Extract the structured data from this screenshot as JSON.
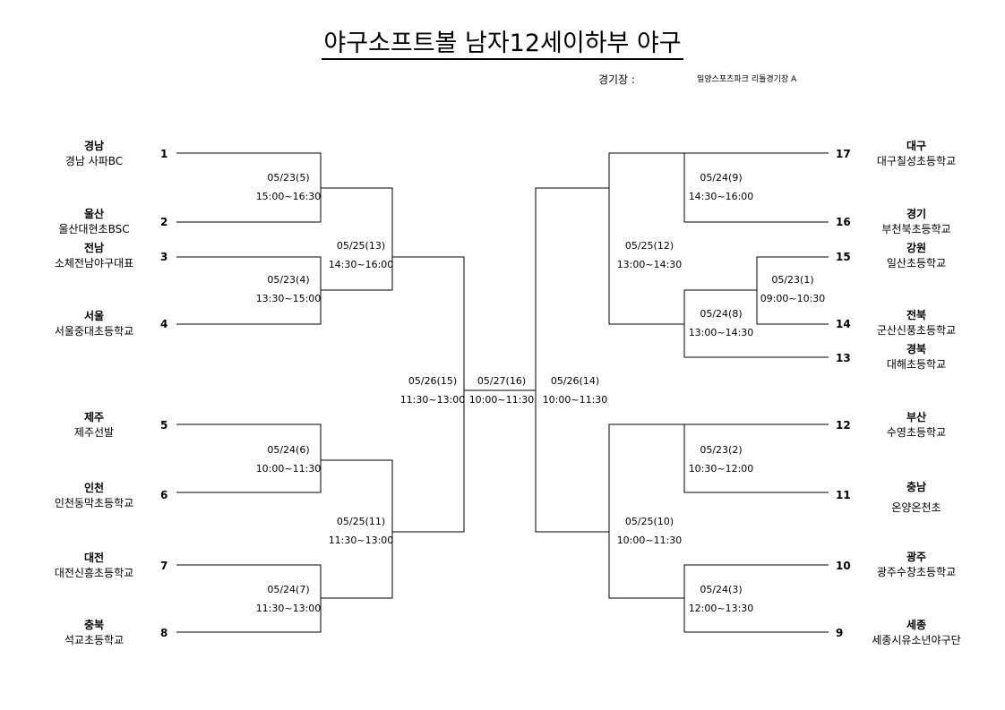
{
  "title": "야구소프트볼 남자12세이하부 야구",
  "venue": {
    "label": "경기장 :",
    "value": "밀양스포츠파크 리틀경기장 A"
  },
  "left_teams": [
    {
      "num": "1",
      "region": "경남",
      "school": "경남 사파BC"
    },
    {
      "num": "2",
      "region": "울산",
      "school": "울산대현초BSC"
    },
    {
      "num": "3",
      "region": "전남",
      "school": "소체전남야구대표"
    },
    {
      "num": "4",
      "region": "서울",
      "school": "서울중대초등학교"
    },
    {
      "num": "5",
      "region": "제주",
      "school": "제주선발"
    },
    {
      "num": "6",
      "region": "인천",
      "school": "인천동막초등학교"
    },
    {
      "num": "7",
      "region": "대전",
      "school": "대전신흥초등학교"
    },
    {
      "num": "8",
      "region": "충북",
      "school": "석교초등학교"
    }
  ],
  "right_teams": [
    {
      "num": "17",
      "region": "대구",
      "school": "대구칠성초등학교"
    },
    {
      "num": "16",
      "region": "경기",
      "school": "부천북초등학교"
    },
    {
      "num": "15",
      "region": "강원",
      "school": "일산초등학교"
    },
    {
      "num": "14",
      "region": "전북",
      "school": "군산신풍초등학교"
    },
    {
      "num": "13",
      "region": "경북",
      "school": "대해초등학교"
    },
    {
      "num": "12",
      "region": "부산",
      "school": "수영초등학교"
    },
    {
      "num": "11",
      "region": "충남",
      "school": "온양온천초"
    },
    {
      "num": "10",
      "region": "광주",
      "school": "광주수창초등학교"
    },
    {
      "num": "9",
      "region": "세종",
      "school": "세종시유소년야구단"
    }
  ],
  "matches": {
    "m5": {
      "date": "05/23(5)",
      "time": "15:00~16:30"
    },
    "m4": {
      "date": "05/23(4)",
      "time": "13:30~15:00"
    },
    "m6": {
      "date": "05/24(6)",
      "time": "10:00~11:30"
    },
    "m7": {
      "date": "05/24(7)",
      "time": "11:30~13:00"
    },
    "m13": {
      "date": "05/25(13)",
      "time": "14:30~16:00"
    },
    "m11": {
      "date": "05/25(11)",
      "time": "11:30~13:00"
    },
    "m15": {
      "date": "05/26(15)",
      "time": "11:30~13:00"
    },
    "m16": {
      "date": "05/27(16)",
      "time": "10:00~11:30"
    },
    "m14": {
      "date": "05/26(14)",
      "time": "10:00~11:30"
    },
    "m12": {
      "date": "05/25(12)",
      "time": "13:00~14:30"
    },
    "m10": {
      "date": "05/25(10)",
      "time": "10:00~11:30"
    },
    "m9": {
      "date": "05/24(9)",
      "time": "14:30~16:00"
    },
    "m8": {
      "date": "05/24(8)",
      "time": "13:00~14:30"
    },
    "m1": {
      "date": "05/23(1)",
      "time": "09:00~10:30"
    },
    "m2": {
      "date": "05/23(2)",
      "time": "10:30~12:00"
    },
    "m3": {
      "date": "05/24(3)",
      "time": "12:00~13:30"
    }
  }
}
